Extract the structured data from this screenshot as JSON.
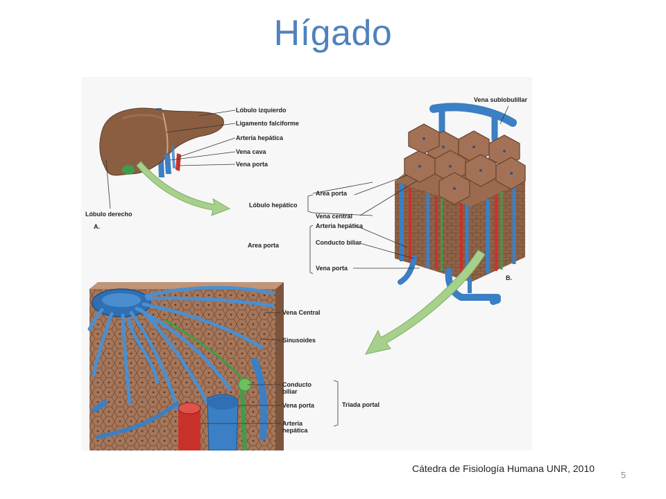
{
  "slide": {
    "title": "Hígado",
    "credit": "Cátedra de Fisiología Humana UNR, 2010",
    "page_number": "5"
  },
  "panel_a": {
    "letter": "A.",
    "labels": {
      "left_lobe": "Lóbulo izquierdo",
      "falciform": "Ligamento falciforme",
      "hepatic_artery": "Arteria hepática",
      "vena_cava": "Vena cava",
      "portal_vein": "Vena porta",
      "right_lobe": "Lóbulo derecho"
    }
  },
  "panel_b": {
    "letter": "B.",
    "labels": {
      "sublobular": "Vena sublobulillar",
      "lobule": "Lóbulo hepático",
      "portal_area_top": "Area porta",
      "central_vein": "Vena central",
      "portal_area": "Area porta",
      "hepatic_artery": "Arteria hepática",
      "bile_duct": "Conducto biliar",
      "portal_vein": "Vena porta"
    }
  },
  "panel_c": {
    "labels": {
      "central_vein": "Vena Central",
      "sinusoids": "Sinusoides",
      "bile_duct_1": "Conducto",
      "bile_duct_2": "biliar",
      "portal_vein": "Vena porta",
      "hepatic_artery_1": "Arteria",
      "hepatic_artery_2": "hepática",
      "portal_triad": "Triada portal"
    }
  },
  "colors": {
    "title": "#4f81bd",
    "liver": "#8b5e42",
    "vein_blue": "#3b7fc4",
    "artery_red": "#c8322a",
    "bile_green": "#4caf50",
    "arrow_green": "#a7d08c",
    "tissue": "#a5765a"
  }
}
